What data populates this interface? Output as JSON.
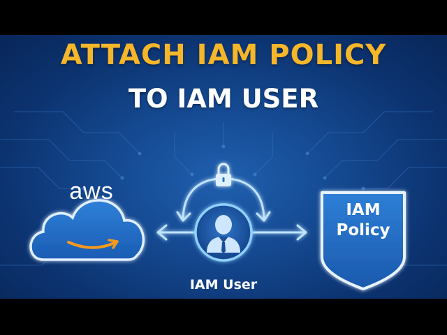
{
  "title": {
    "line1": "ATTACH IAM POLICY",
    "line2": "TO IAM USER"
  },
  "cloud": {
    "logo_text": "aws",
    "icon": "aws-cloud-icon"
  },
  "user": {
    "label": "IAM User",
    "icon": "user-avatar-icon"
  },
  "lock": {
    "icon": "lock-icon"
  },
  "policy": {
    "line1": "IAM",
    "line2": "Policy",
    "icon": "shield-icon"
  },
  "colors": {
    "title_accent": "#f5b62a",
    "background": "#154a92",
    "glow": "#7fc4ff",
    "aws_smile": "#f59a1b"
  }
}
